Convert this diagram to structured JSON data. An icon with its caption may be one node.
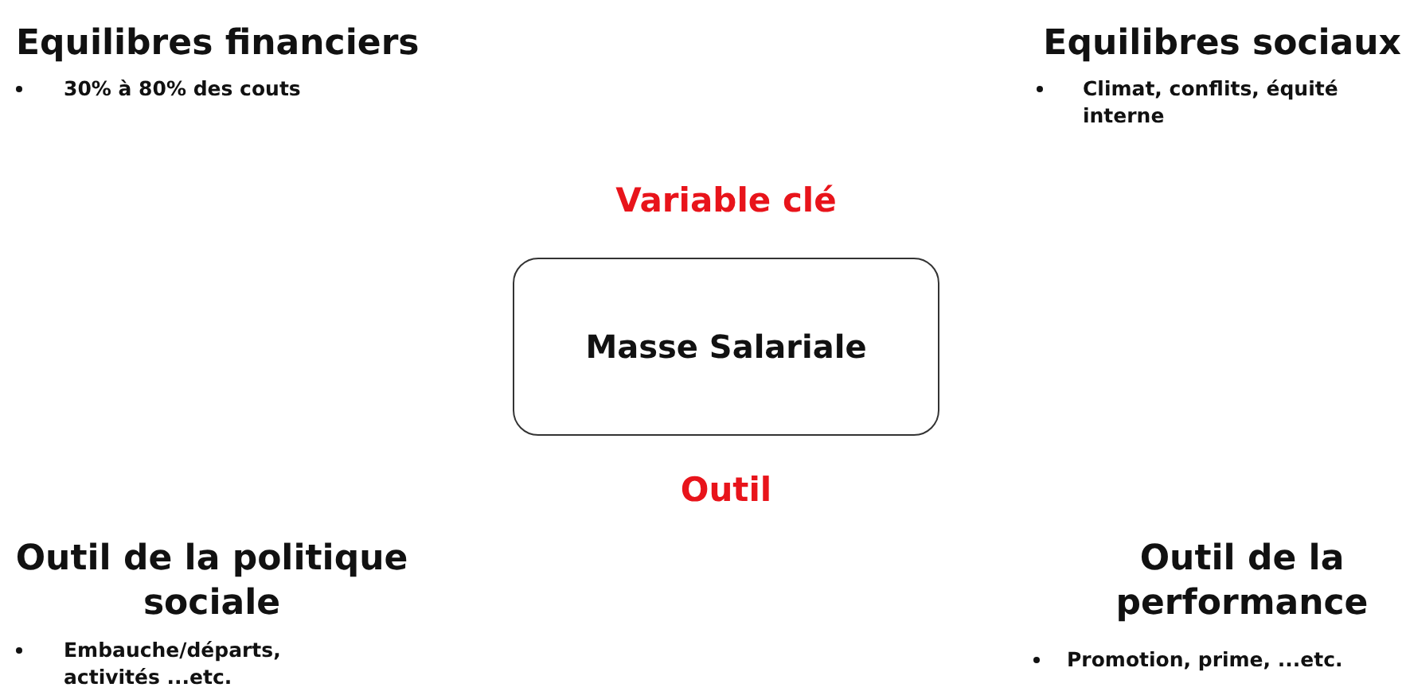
{
  "diagram": {
    "nodes": [
      {
        "text": [
          "Masse Salariale"
        ],
        "beside": [
          "Variable clé",
          "Outil"
        ]
      }
    ],
    "labels": [
      "Equilibres financiers",
      "30% à 80% des couts",
      "Equilibres sociaux",
      "Climat, conflits, équité interne",
      "Outil de la politique sociale",
      "Embauche/départs, activités ...etc.",
      "Outil de la performance",
      "Promotion, prime, ...etc."
    ]
  }
}
